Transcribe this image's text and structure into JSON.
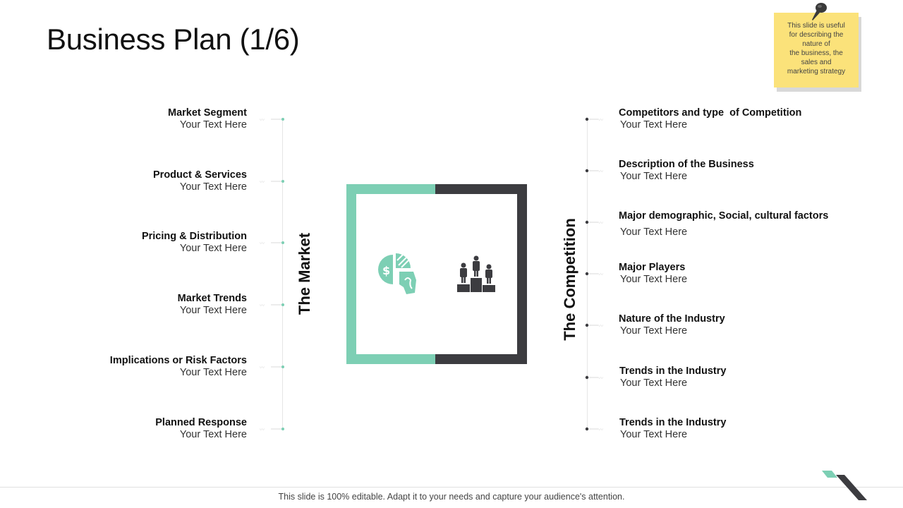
{
  "title": "Business Plan (1/6)",
  "note": {
    "text": "This slide is useful\nfor describing the\nnature of\nthe business, the\nsales and\nmarketing strategy"
  },
  "market": {
    "label": "The Market",
    "items": [
      {
        "title": "Market Segment",
        "text": "Your Text Here"
      },
      {
        "title": "Product & Services",
        "text": "Your Text Here"
      },
      {
        "title": "Pricing & Distribution",
        "text": "Your Text Here"
      },
      {
        "title": "Market Trends",
        "text": "Your Text Here"
      },
      {
        "title": "Implications or Risk Factors",
        "text": "Your Text Here"
      },
      {
        "title": "Planned Response",
        "text": "Your Text Here"
      }
    ]
  },
  "competition": {
    "label": "The Competition",
    "items": [
      {
        "title": "Competitors and type  of Competition",
        "text": "Your Text Here"
      },
      {
        "title": "Description of the Business",
        "text": "Your Text Here"
      },
      {
        "title": "Major demographic, Social, cultural factors",
        "text": "Your Text Here"
      },
      {
        "title": "Major Players",
        "text": "Your Text Here"
      },
      {
        "title": "Nature of the Industry",
        "text": "Your Text Here"
      },
      {
        "title": "Trends in the Industry",
        "text": "Your Text Here"
      },
      {
        "title": "Trends in the Industry",
        "text": "Your Text Here"
      }
    ]
  },
  "icons": {
    "market": "pie-chart-dollar-hand-icon",
    "competition": "podium-winners-icon"
  },
  "colors": {
    "accent": "#7dcfb4",
    "dark": "#3c3c40",
    "note": "#fbe27a"
  },
  "footer": "This slide is 100% editable. Adapt it to your needs and capture your audience's attention."
}
